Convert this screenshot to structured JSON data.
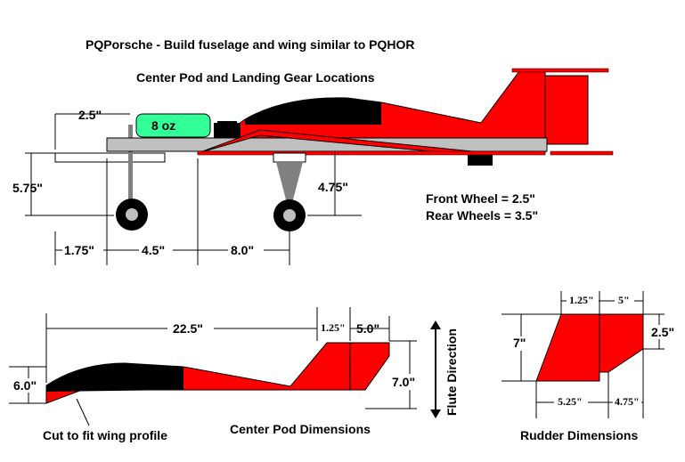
{
  "title": "PQPorsche - Build fuselage and wing similar to PQHOR",
  "subtitle": "Center Pod and Landing Gear Locations",
  "top_view": {
    "weight_label": "8 oz",
    "dim_nose_to_weight": "2.5\"",
    "dim_front_gear_height": "5.75\"",
    "dim_rear_gear_height": "4.75\"",
    "dim_nose_to_front_gear": "1.75\"",
    "dim_front_gear_to_pod": "4.5\"",
    "dim_pod_to_rear_gear": "8.0\"",
    "front_wheel_label": "Front Wheel = 2.5\"",
    "rear_wheel_label": "Rear Wheels = 3.5\""
  },
  "pod_view": {
    "dim_length": "22.5\"",
    "dim_small_gap": "1.25\"",
    "dim_rudder_width": "5.0\"",
    "dim_front_height": "6.0\"",
    "dim_rear_height": "7.0\"",
    "flute_label": "Flute Direction",
    "cut_label": "Cut to fit wing profile",
    "caption": "Center Pod Dimensions"
  },
  "rudder_view": {
    "dim_top_left": "1.25\"",
    "dim_top_right": "5\"",
    "dim_height": "7\"",
    "dim_right_height": "2.5\"",
    "dim_bottom_left": "5.25\"",
    "dim_bottom_right": "4.75\"",
    "caption": "Rudder Dimensions"
  },
  "colors": {
    "red": "#ff0000",
    "black": "#000000",
    "gray": "#c0c0c0",
    "green": "#33ff99",
    "dark_gray": "#808080"
  }
}
